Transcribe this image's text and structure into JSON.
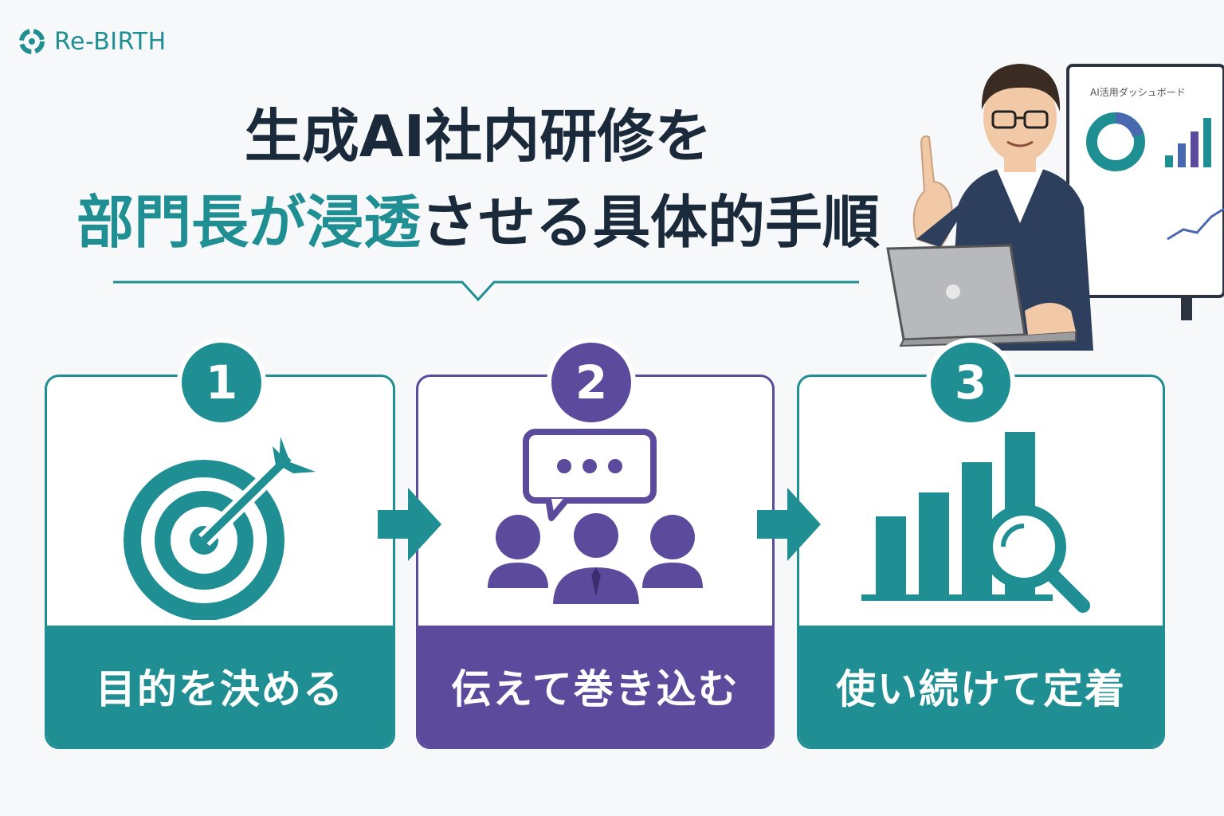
{
  "logo": {
    "text": "Re-BIRTH",
    "icon": "re-birth-logo-icon"
  },
  "title": {
    "line1": "生成AI社内研修を",
    "line2_highlight": "部門長が浸透",
    "line2_rest": "させる具体的手順"
  },
  "illustration": {
    "screen_label": "AI活用ダッシュボード"
  },
  "steps": [
    {
      "number": "1",
      "label": "目的を決める",
      "icon": "target-icon"
    },
    {
      "number": "2",
      "label": "伝えて巻き込む",
      "icon": "team-chat-icon"
    },
    {
      "number": "3",
      "label": "使い続けて定着",
      "icon": "chart-search-icon"
    }
  ],
  "colors": {
    "teal": "#1f8f93",
    "purple": "#5c4a9c",
    "navy": "#1a2a3a"
  }
}
